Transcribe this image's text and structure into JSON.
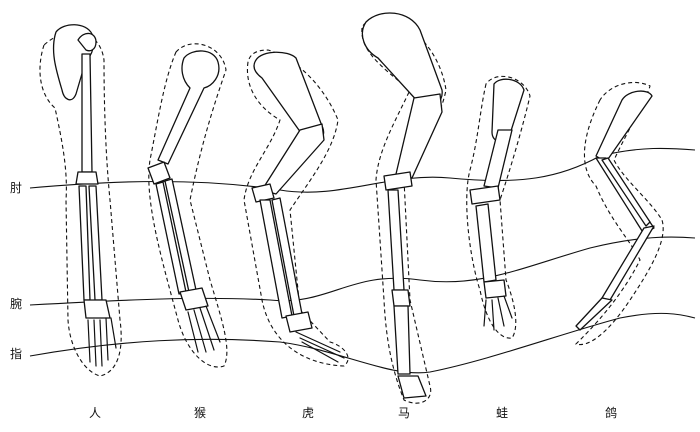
{
  "row_labels": {
    "elbow": "肘",
    "wrist": "腕",
    "digit": "指"
  },
  "species": [
    {
      "label": "人"
    },
    {
      "label": "猴"
    },
    {
      "label": "虎"
    },
    {
      "label": "马"
    },
    {
      "label": "蛙"
    },
    {
      "label": "鸽"
    }
  ]
}
